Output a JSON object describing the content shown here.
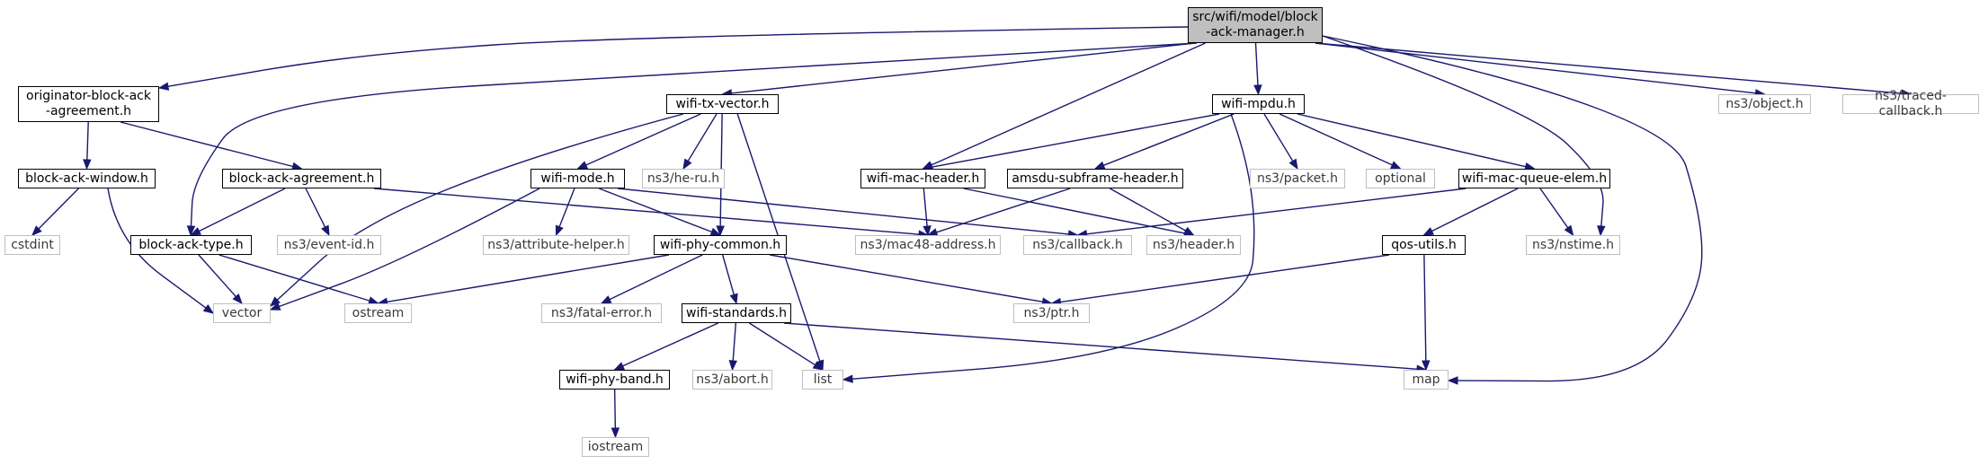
{
  "nodes": {
    "root": "src/wifi/model/block\n-ack-manager.h",
    "originator": "originator-block-ack\n-agreement.h",
    "txvector": "wifi-tx-vector.h",
    "mpdu": "wifi-mpdu.h",
    "object": "ns3/object.h",
    "traced": "ns3/traced-callback.h",
    "bawindow": "block-ack-window.h",
    "baagreement": "block-ack-agreement.h",
    "mode": "wifi-mode.h",
    "heru": "ns3/he-ru.h",
    "macheader": "wifi-mac-header.h",
    "amsdu": "amsdu-subframe-header.h",
    "packet": "ns3/packet.h",
    "optional": "optional",
    "queueelem": "wifi-mac-queue-elem.h",
    "cstdint": "cstdint",
    "batype": "block-ack-type.h",
    "eventid": "ns3/event-id.h",
    "attrhelper": "ns3/attribute-helper.h",
    "phycommon": "wifi-phy-common.h",
    "mac48": "ns3/mac48-address.h",
    "callback": "ns3/callback.h",
    "header": "ns3/header.h",
    "qosutils": "qos-utils.h",
    "nstime": "ns3/nstime.h",
    "vector": "vector",
    "ostream": "ostream",
    "fatalerror": "ns3/fatal-error.h",
    "standards": "wifi-standards.h",
    "ptr": "ns3/ptr.h",
    "phyband": "wifi-phy-band.h",
    "abort": "ns3/abort.h",
    "list": "list",
    "map": "map",
    "iostream": "iostream"
  },
  "edges": [
    [
      "root",
      "originator"
    ],
    [
      "root",
      "txvector"
    ],
    [
      "root",
      "mpdu"
    ],
    [
      "root",
      "object"
    ],
    [
      "root",
      "traced"
    ],
    [
      "root",
      "batype"
    ],
    [
      "root",
      "macheader"
    ],
    [
      "root",
      "nstime"
    ],
    [
      "root",
      "map"
    ],
    [
      "originator",
      "bawindow"
    ],
    [
      "originator",
      "baagreement"
    ],
    [
      "bawindow",
      "cstdint"
    ],
    [
      "bawindow",
      "vector"
    ],
    [
      "baagreement",
      "batype"
    ],
    [
      "baagreement",
      "eventid"
    ],
    [
      "baagreement",
      "mac48"
    ],
    [
      "batype",
      "vector"
    ],
    [
      "batype",
      "ostream"
    ],
    [
      "txvector",
      "mode"
    ],
    [
      "txvector",
      "heru"
    ],
    [
      "txvector",
      "phycommon"
    ],
    [
      "txvector",
      "list"
    ],
    [
      "txvector",
      "vector"
    ],
    [
      "mode",
      "attrhelper"
    ],
    [
      "mode",
      "callback"
    ],
    [
      "mode",
      "phycommon"
    ],
    [
      "mode",
      "vector"
    ],
    [
      "phycommon",
      "ostream"
    ],
    [
      "phycommon",
      "fatalerror"
    ],
    [
      "phycommon",
      "standards"
    ],
    [
      "phycommon",
      "ptr"
    ],
    [
      "standards",
      "phyband"
    ],
    [
      "standards",
      "abort"
    ],
    [
      "standards",
      "list"
    ],
    [
      "standards",
      "map"
    ],
    [
      "phyband",
      "iostream"
    ],
    [
      "mpdu",
      "macheader"
    ],
    [
      "mpdu",
      "amsdu"
    ],
    [
      "mpdu",
      "packet"
    ],
    [
      "mpdu",
      "optional"
    ],
    [
      "mpdu",
      "queueelem"
    ],
    [
      "mpdu",
      "list"
    ],
    [
      "macheader",
      "mac48"
    ],
    [
      "macheader",
      "header"
    ],
    [
      "amsdu",
      "mac48"
    ],
    [
      "amsdu",
      "header"
    ],
    [
      "queueelem",
      "callback"
    ],
    [
      "queueelem",
      "qosutils"
    ],
    [
      "queueelem",
      "nstime"
    ],
    [
      "qosutils",
      "ptr"
    ],
    [
      "qosutils",
      "map"
    ]
  ],
  "colors": {
    "edge": "#191970",
    "local_border": "#000000",
    "system_border": "#bfbfbf",
    "root_fill": "#bfbfbf"
  }
}
